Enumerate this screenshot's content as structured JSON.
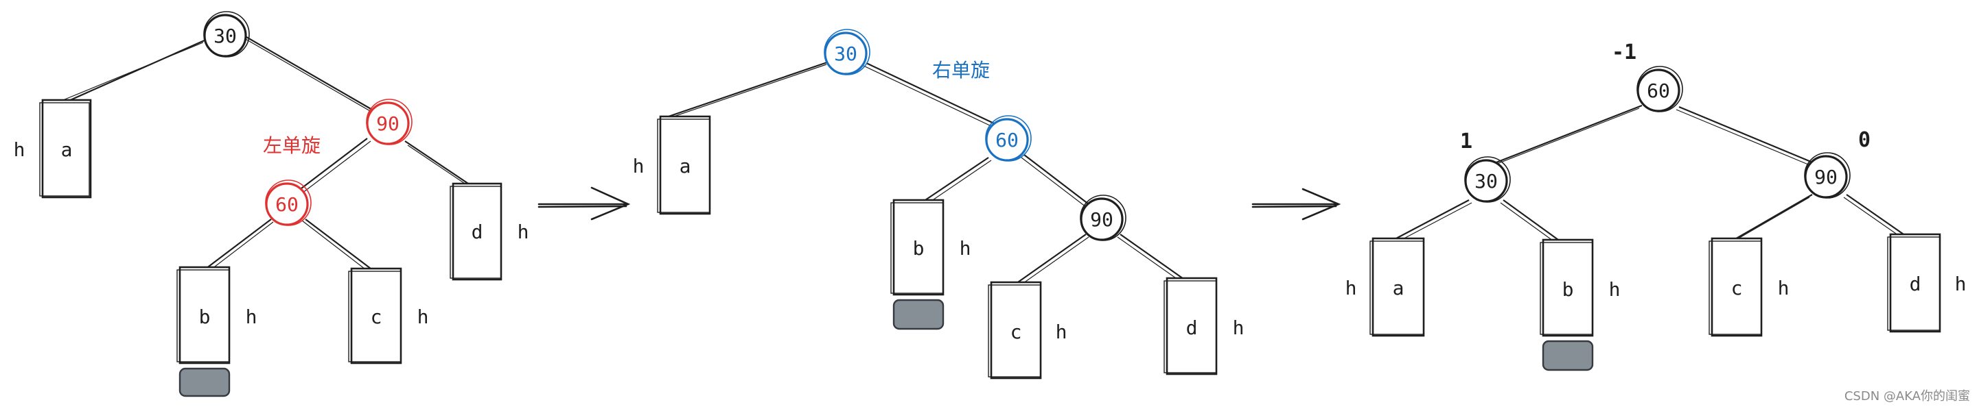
{
  "colors": {
    "ink": "#1e1e1e",
    "red": "#e03131",
    "blue": "#1971c2",
    "extra": "#868e96"
  },
  "diagram1": {
    "nodes": {
      "n30": "30",
      "n90": "90",
      "n60": "60"
    },
    "subtrees": {
      "a": "a",
      "b": "b",
      "c": "c",
      "d": "d"
    },
    "heights": {
      "a": "h",
      "b": "h",
      "c": "h",
      "d": "h"
    },
    "rotation_label": "左单旋"
  },
  "diagram2": {
    "nodes": {
      "n30": "30",
      "n60": "60",
      "n90": "90"
    },
    "subtrees": {
      "a": "a",
      "b": "b",
      "c": "c",
      "d": "d"
    },
    "heights": {
      "a": "h",
      "b": "h",
      "c": "h",
      "d": "h"
    },
    "rotation_label": "右单旋"
  },
  "diagram3": {
    "nodes": {
      "n60": "60",
      "n30": "30",
      "n90": "90"
    },
    "balance_factors": {
      "n60": "-1",
      "n30": "1",
      "n90": "0"
    },
    "subtrees": {
      "a": "a",
      "b": "b",
      "c": "c",
      "d": "d"
    },
    "heights": {
      "a": "h",
      "b": "h",
      "c": "h",
      "d": "h"
    }
  },
  "watermark": "CSDN @AKA你的闺蜜"
}
